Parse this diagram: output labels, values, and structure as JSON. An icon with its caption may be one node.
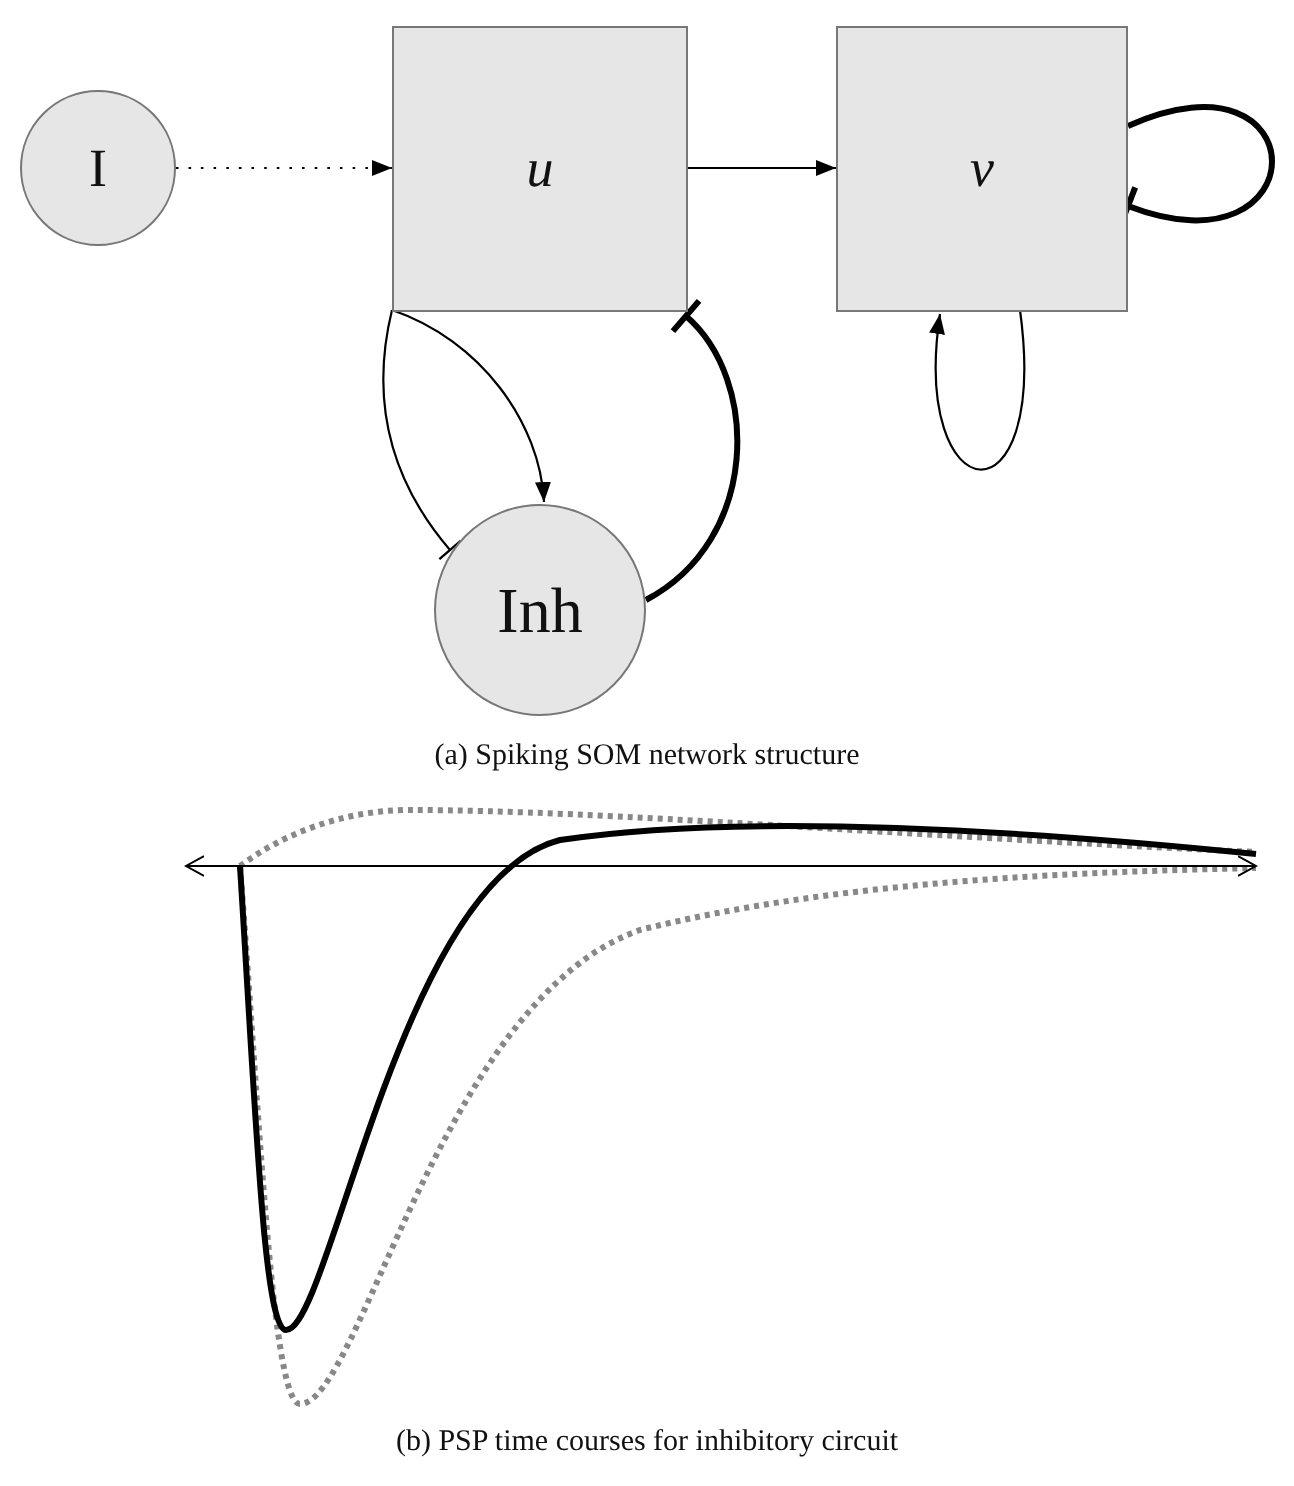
{
  "diagram": {
    "nodes": [
      {
        "text": [
          "I"
        ]
      },
      {
        "text": [
          "u"
        ]
      },
      {
        "text": [
          "v"
        ]
      },
      {
        "text": [
          "Inh"
        ]
      }
    ],
    "edges": [
      {
        "from": 0,
        "to": 1,
        "arrow": "to",
        "style": "dashed"
      },
      {
        "from": 1,
        "to": 2,
        "arrow": "to"
      },
      {
        "from": 1,
        "to": 3,
        "arrow": "to"
      },
      {
        "from": 1,
        "to": 3,
        "arrow": "other"
      },
      {
        "from": 3,
        "to": 1,
        "arrow": "other",
        "style": "thick"
      },
      {
        "from": 2,
        "to": 2,
        "arrow": "other",
        "style": "thick"
      },
      {
        "from": 2,
        "to": 2,
        "arrow": "to"
      }
    ],
    "labels": [
      "(a) Spiking SOM network structure",
      "(b) PSP time courses for inhibitory circuit"
    ]
  }
}
